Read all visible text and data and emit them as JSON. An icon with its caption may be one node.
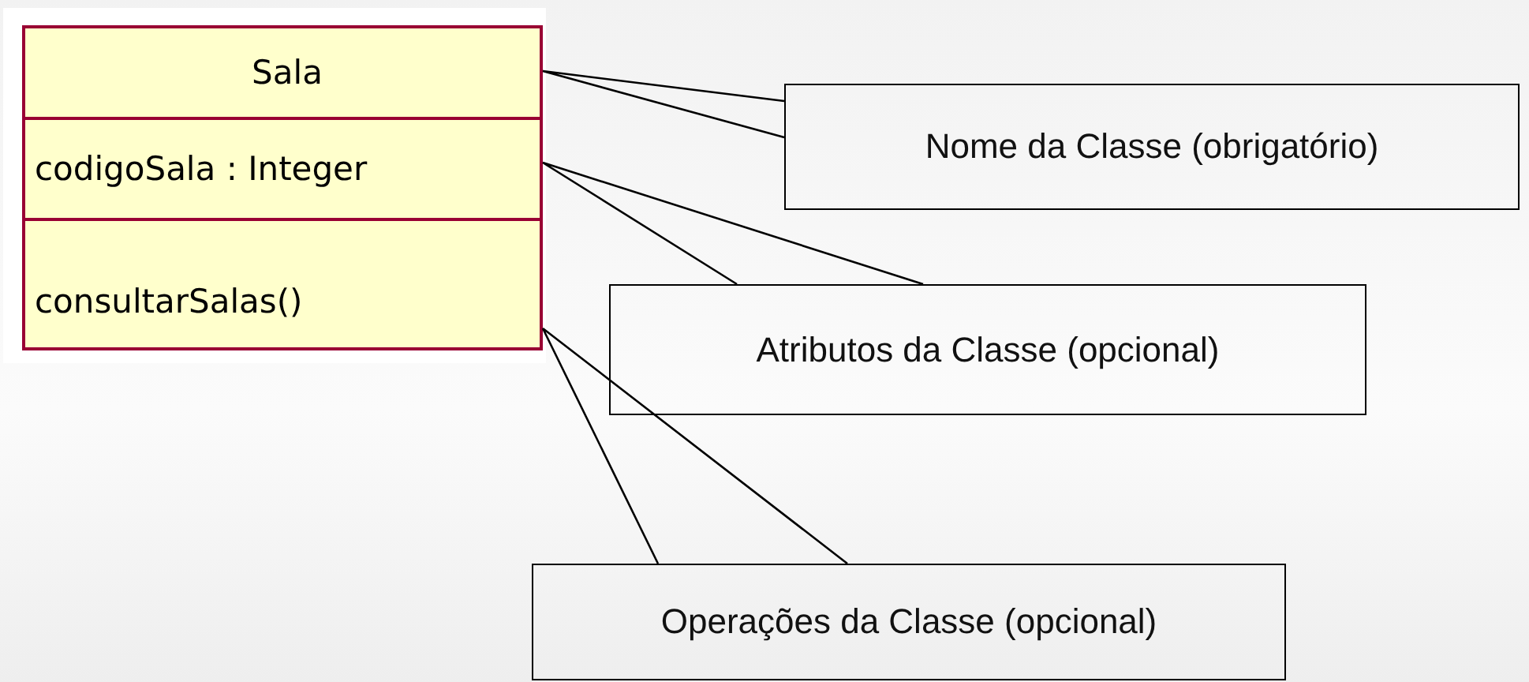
{
  "diagram": {
    "nodes": [
      {
        "text": [
          "Sala"
        ]
      },
      {
        "text": [
          "codigoSala : Integer"
        ]
      },
      {
        "text": [
          "consultarSalas()"
        ]
      },
      {
        "text": [
          "Nome da Classe (obrigatório)"
        ]
      },
      {
        "text": [
          "Atributos da Classe (opcional)"
        ]
      },
      {
        "text": [
          "Operações da Classe (opcional)"
        ]
      }
    ],
    "edges": [
      {
        "from": 3,
        "to": 0,
        "arrow": "none"
      },
      {
        "from": 4,
        "to": 1,
        "arrow": "none"
      },
      {
        "from": 5,
        "to": 2,
        "arrow": "none"
      }
    ]
  }
}
